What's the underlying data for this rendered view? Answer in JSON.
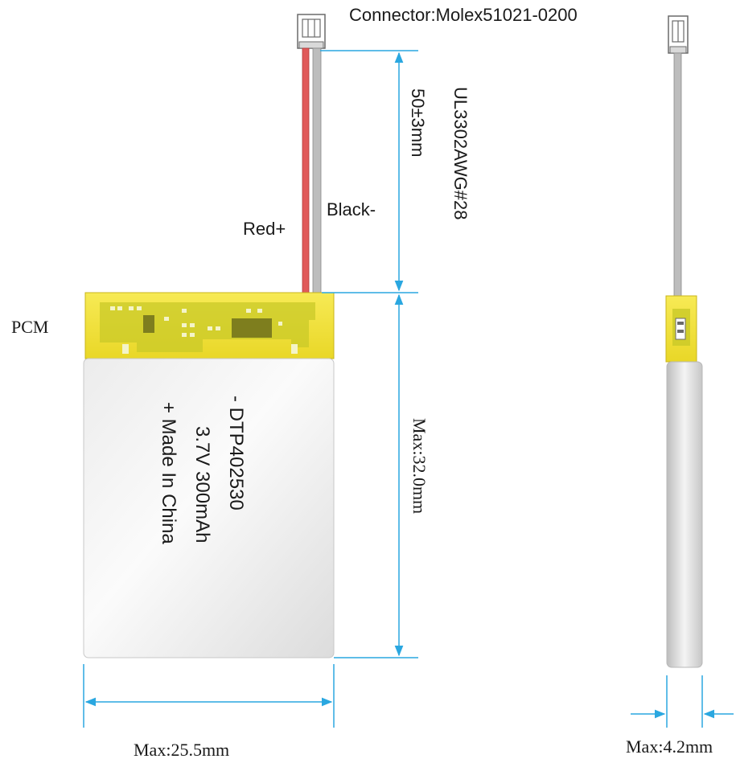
{
  "labels": {
    "connector": "Connector:Molex51021-0200",
    "wire_spec": "UL3302AWG#28",
    "lead_length": "50±3mm",
    "red_wire": "Red+",
    "black_wire": "Black-",
    "pcm": "PCM",
    "max_length": "Max:32.0mm",
    "max_width": "Max:25.5mm",
    "max_thickness": "Max:4.2mm"
  },
  "battery_label": {
    "line1": "- DTP402530",
    "line2": "3.7V 300mAh",
    "line3": "+ Made In China"
  },
  "colors": {
    "dimension": "#2aa7e0",
    "pcm_yellow": "#f2e23a",
    "red_wire": "#e05a5a",
    "gray_wire": "#b8b8b8",
    "cell_silver": "#e4e4e4"
  }
}
